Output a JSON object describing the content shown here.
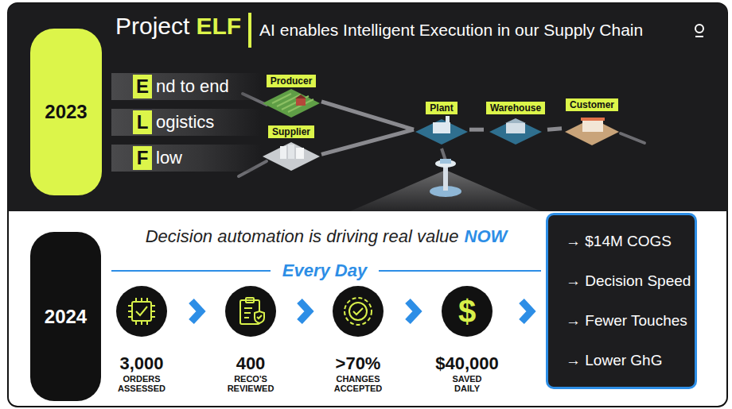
{
  "diagram": {
    "nodes": [
      {
        "text": [
          "2023"
        ]
      },
      {
        "text": [
          "nd to end"
        ]
      },
      {
        "text": [
          "E"
        ],
        "in": 1
      },
      {
        "text": [
          "ogistics"
        ]
      },
      {
        "text": [
          "L"
        ],
        "in": 3
      },
      {
        "text": [
          "low"
        ]
      },
      {
        "text": [
          "F"
        ],
        "in": 5
      },
      {
        "text": [
          "Producer"
        ]
      },
      {
        "text": [
          "Supplier"
        ]
      },
      {
        "text": [
          "Plant"
        ]
      },
      {
        "text": [
          "Warehouse"
        ]
      },
      {
        "text": [
          "Customer"
        ]
      },
      {
        "text": [
          "2024"
        ]
      },
      {
        "text": [
          "3,000",
          "ORDERS ASSESSED"
        ]
      },
      {
        "text": [
          "400",
          "RECO'S REVIEWED"
        ]
      },
      {
        "text": [
          ">70%",
          "CHANGES ACCEPTED"
        ]
      },
      {
        "text": [
          "$",
          "$40,000",
          "SAVED DAILY"
        ]
      },
      {
        "text": [
          "→ $14M COGS",
          "→ Decision Speed",
          "→ Fewer Touches",
          "→ Lower GhG"
        ]
      }
    ],
    "edges": [
      {
        "from": 7,
        "to": 9,
        "arrow": "none"
      },
      {
        "from": 8,
        "to": 9,
        "arrow": "none"
      },
      {
        "from": 9,
        "to": 10,
        "arrow": "none"
      },
      {
        "from": 10,
        "to": 11,
        "arrow": "none"
      },
      {
        "from": 13,
        "to": 14,
        "arrow": "to"
      },
      {
        "from": 14,
        "to": 15,
        "arrow": "to"
      },
      {
        "from": 15,
        "to": 16,
        "arrow": "to"
      },
      {
        "from": 16,
        "to": 17,
        "arrow": "to"
      }
    ],
    "labels": [
      "Project",
      "ELF",
      "AI enables Intelligent Execution in our Supply Chain",
      "Decision automation is driving real value",
      "NOW",
      "Every Day"
    ]
  }
}
